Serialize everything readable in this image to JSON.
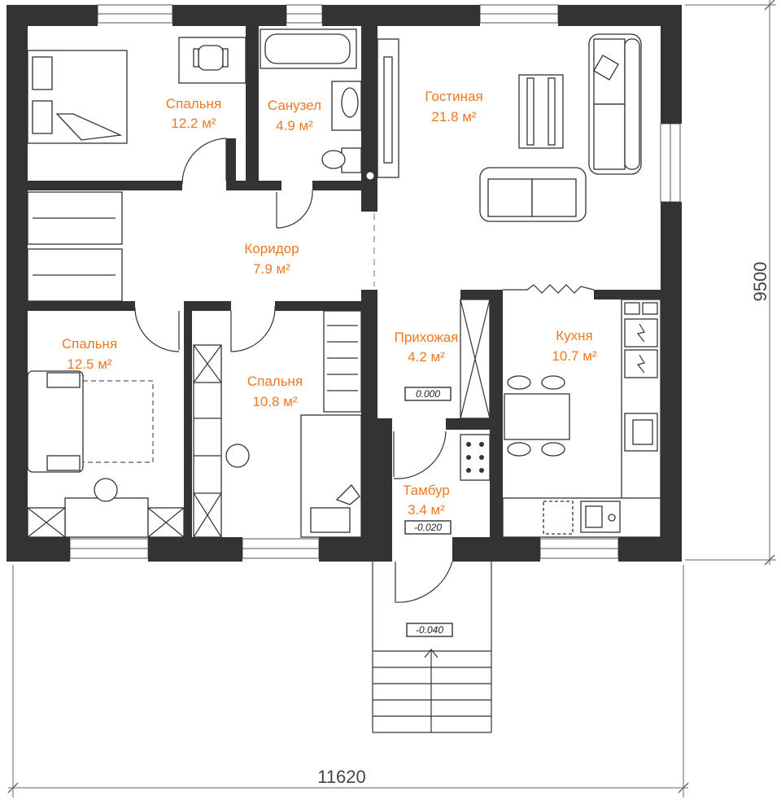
{
  "rooms": [
    {
      "id": "bedroom-1",
      "name": "Спальня",
      "area": "12.2 м²"
    },
    {
      "id": "bathroom",
      "name": "Санузел",
      "area": "4.9 м²"
    },
    {
      "id": "living-room",
      "name": "Гостиная",
      "area": "21.8 м²"
    },
    {
      "id": "corridor",
      "name": "Коридор",
      "area": "7.9 м²"
    },
    {
      "id": "bedroom-2",
      "name": "Спальня",
      "area": "12.5 м²"
    },
    {
      "id": "hallway",
      "name": "Прихожая",
      "area": "4.2 м²"
    },
    {
      "id": "kitchen",
      "name": "Кухня",
      "area": "10.7 м²"
    },
    {
      "id": "bedroom-3",
      "name": "Спальня",
      "area": "10.8 м²"
    },
    {
      "id": "vestibule",
      "name": "Тамбур",
      "area": "3.4 м²"
    }
  ],
  "levels": [
    "0.000",
    "-0.020",
    "-0.040"
  ],
  "dimensions": {
    "width": "11620",
    "height": "9500"
  },
  "colors": {
    "label": "#f07822",
    "wall": "#333333"
  }
}
